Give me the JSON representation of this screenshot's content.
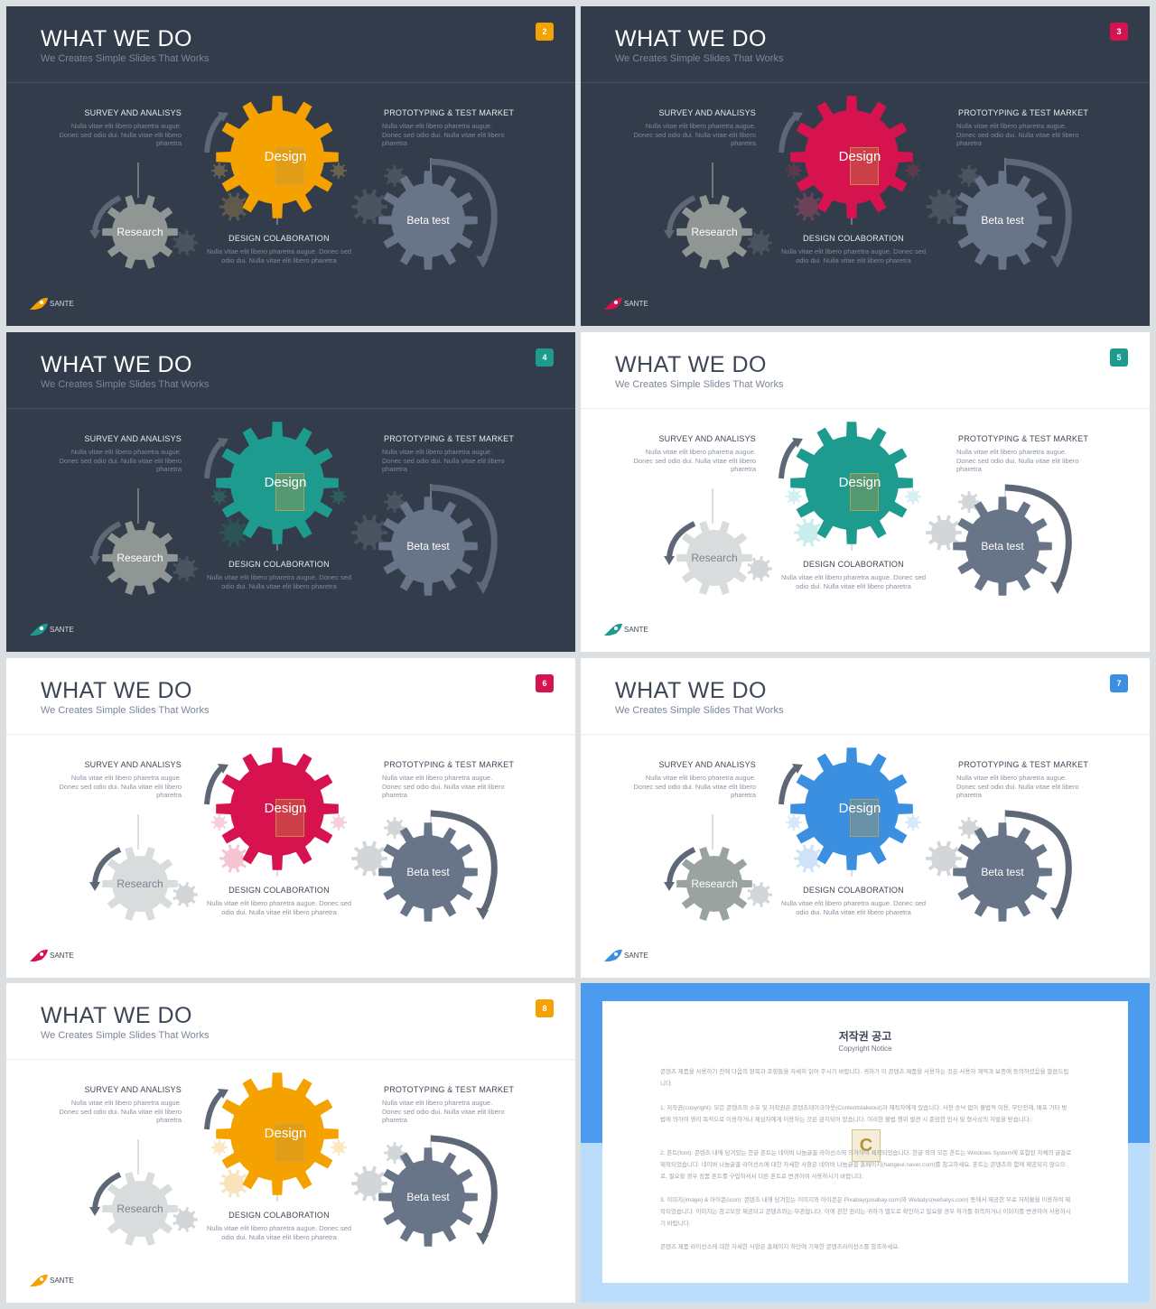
{
  "slides": [
    {
      "page": "2",
      "theme": "dark",
      "accent": "#f5a100",
      "research_fill": "#8f9693",
      "research_text": "#ffffff",
      "small_gear": "#4a5360",
      "bubbles": [
        "#6a6250",
        "#5f5a4c"
      ],
      "arrow": "#5d6775"
    },
    {
      "page": "3",
      "theme": "dark",
      "accent": "#d6124f",
      "research_fill": "#8f9693",
      "research_text": "#ffffff",
      "small_gear": "#4a5360",
      "bubbles": [
        "#5c3a4e",
        "#6b4258"
      ],
      "arrow": "#5d6775"
    },
    {
      "page": "4",
      "theme": "dark",
      "accent": "#1d9b8f",
      "research_fill": "#8f9693",
      "research_text": "#ffffff",
      "small_gear": "#4a5360",
      "bubbles": [
        "#2f5c5d",
        "#2a5455"
      ],
      "arrow": "#5d6775"
    },
    {
      "page": "5",
      "theme": "light",
      "accent": "#1d9b8f",
      "research_fill": "#d8dcdd",
      "research_text": "#7a8490",
      "small_gear": "#d3d6d8",
      "bubbles": [
        "#d4f0f0",
        "#c9ecec"
      ],
      "arrow": "#5d6775"
    },
    {
      "page": "6",
      "theme": "light",
      "accent": "#d6124f",
      "research_fill": "#d8dcdd",
      "research_text": "#7a8490",
      "small_gear": "#d3d6d8",
      "bubbles": [
        "#f7cfdc",
        "#f5c5d4"
      ],
      "arrow": "#5d6775"
    },
    {
      "page": "7",
      "theme": "light",
      "accent": "#3a8fe0",
      "research_fill": "#9aa3a0",
      "research_text": "#ffffff",
      "small_gear": "#d3d6d8",
      "bubbles": [
        "#d6e8f9",
        "#cfe3f8"
      ],
      "arrow": "#5d6775"
    },
    {
      "page": "8",
      "theme": "light",
      "accent": "#f5a100",
      "research_fill": "#d8dcdd",
      "research_text": "#7a8490",
      "small_gear": "#d3d6d8",
      "bubbles": [
        "#fbe7c2",
        "#f9e3ba"
      ],
      "arrow": "#5d6775"
    }
  ],
  "common": {
    "title": "WHAT WE DO",
    "subtitle": "We Creates Simple Slides That Works",
    "survey_title": "SURVEY AND ANALISYS",
    "survey_body": "Nulla vitae elit libero pharetra augue. Donec sed odio dui. Nulla vitae elit libero pharetra",
    "proto_title": "PROTOTYPING & TEST MARKET",
    "proto_body": "Nulla vitae elit libero pharetra augue. Donec sed odio dui. Nulla vitae elit libero pharetra",
    "design_title": "DESIGN COLABORATION",
    "design_body": "Nulla vitae elit libero pharetra augue. Donec sed odio dui. Nulla vitae elit libero pharetra",
    "gear_design": "Design",
    "gear_research": "Research",
    "gear_beta": "Beta test",
    "logo_text": "SANTE",
    "beta_fill": "#687488"
  },
  "notice": {
    "title": "저작권 공고",
    "subtitle": "Copyright Notice",
    "watermark": "C",
    "paragraphs": [
      "콘텐츠 제품을 사용하기 전에 다음의 항목과 조항들을 자세히 읽어 주시기 바랍니다. 귀하가 이 콘텐츠 제품을 사용하는 것은 사용자 계약과 보증에 동의하셨음을 말씀드립니다.",
      "1. 저작권(copyright): 모든 콘텐츠의 소유 및 저작권은 콘텐츠테이크아웃(Contentstakeout)과 제작자에게 있습니다. 사전 승낙 없이 불법적 이용, 무단전재, 배포 기타 방법에 의하여 영리 목적으로 이용하거나 제삼자에게 이용하는 것은 금지되어 있습니다. 이러한 불법 행위 발견 시 준엄한 민사 및 형사상의 처벌을 받습니다.",
      "2. 폰트(font): 콘텐츠 내에 담겨있는 한글 폰트는 네이버 나눔글꼴 라이선스에 의거하여 제작되었습니다. 한글 외의 모든 폰트는 Windows System에 포함된 자체의 글꼴로 제작되었습니다. 네이버 나눔글꼴 라이선스에 대한 자세한 사항은 네이버 나눔글꼴 홈페이지(hangeul.naver.com)를 참고하세요. 폰트는 콘텐츠와 함께 제공되지 않으므로, 필요할 경우 정품 폰트를 구입하셔서 다른 폰트로 변경하여 사용하시기 바랍니다.",
      "3. 이미지(image) & 아이콘(icon): 콘텐츠 내에 담겨있는 이미지와 아이콘은 Pixabay(pixabay.com)와 Webalys(webalys.com) 등에서 제공한 무료 저작물을 이용하여 제작되었습니다. 이미지는 참고모양 제공되고 콘텐츠와는 무관합니다. 이에 관한 권리는 귀하가 별도로 확인하고 필요할 경우 허가를 취득하거나 이미지를 변경하여 사용하시기 바랍니다.",
      "콘텐츠 제품 라이선스에 대한 자세한 사항은 홈페이지 하단에 기재한 콘텐츠라이선스를 참조하세요."
    ]
  }
}
